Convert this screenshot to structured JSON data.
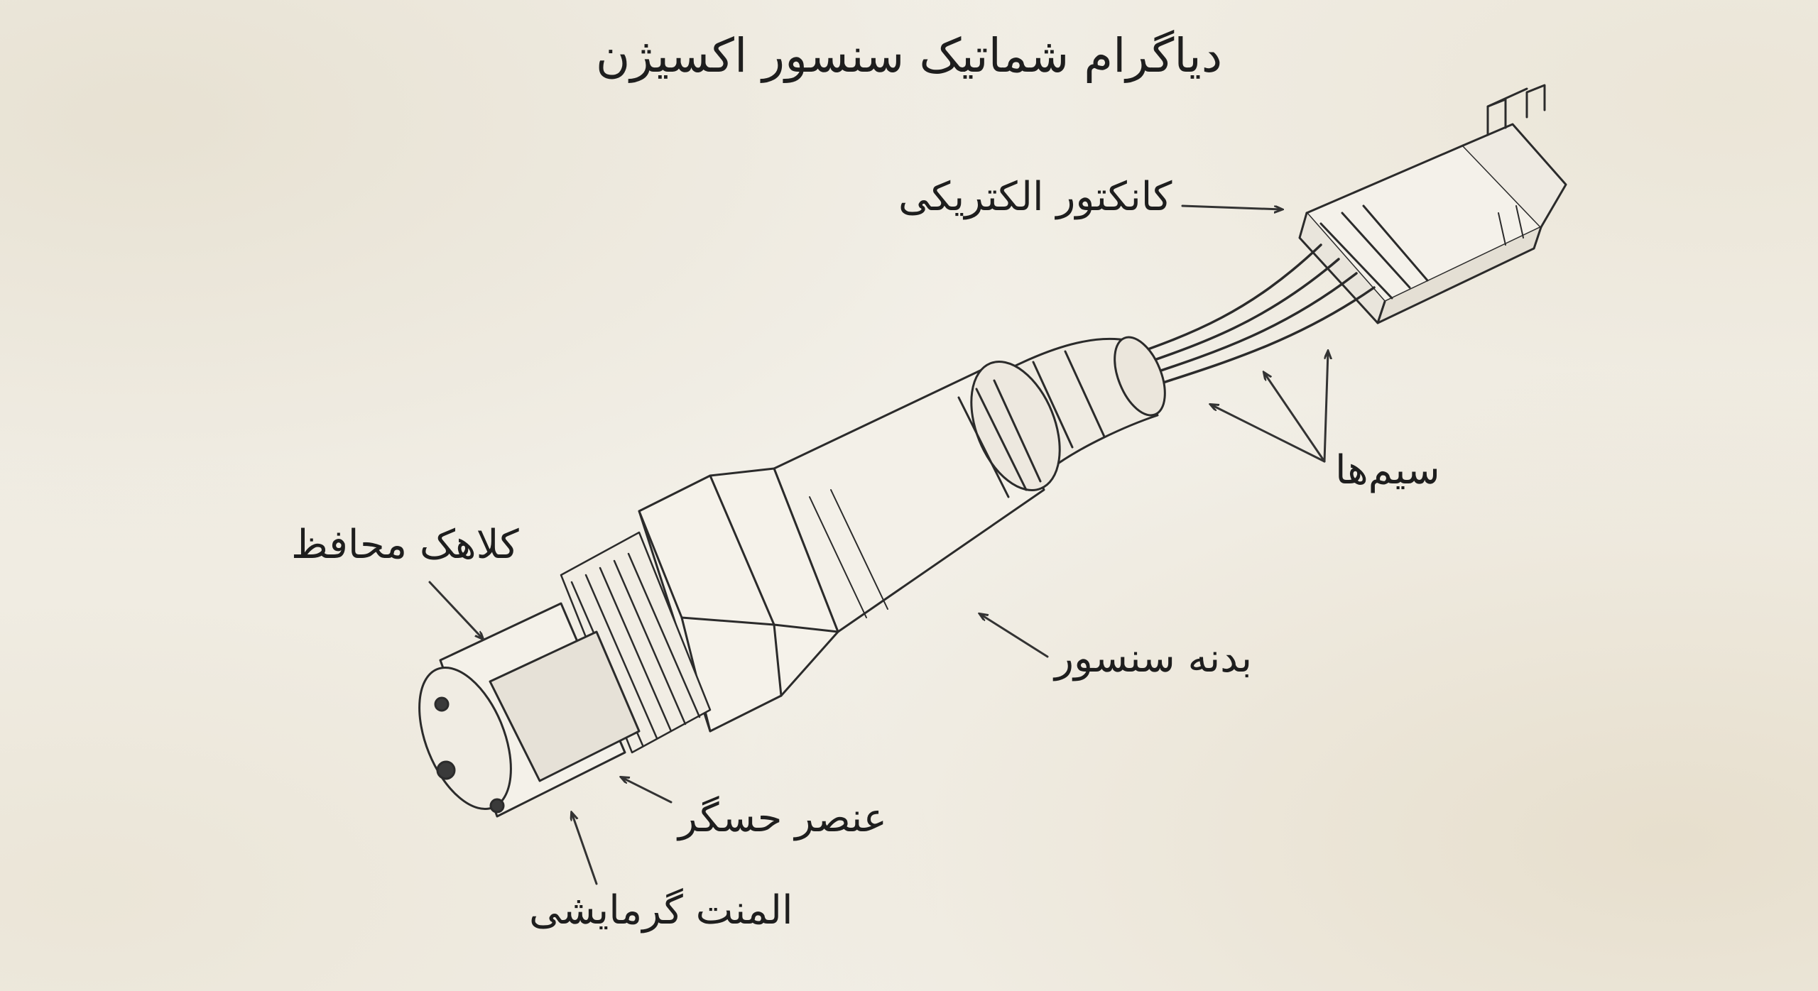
{
  "title": "دیاگرام شماتیک سنسور اکسیژن",
  "labels": {
    "connector": "کانکتور الکتریکی",
    "wires": "سیم‌ها",
    "body": "بدنه سنسور",
    "cap": "کلاهک محافظ",
    "element": "عنصر حسگر",
    "heater": "المنت گرمایشی"
  }
}
